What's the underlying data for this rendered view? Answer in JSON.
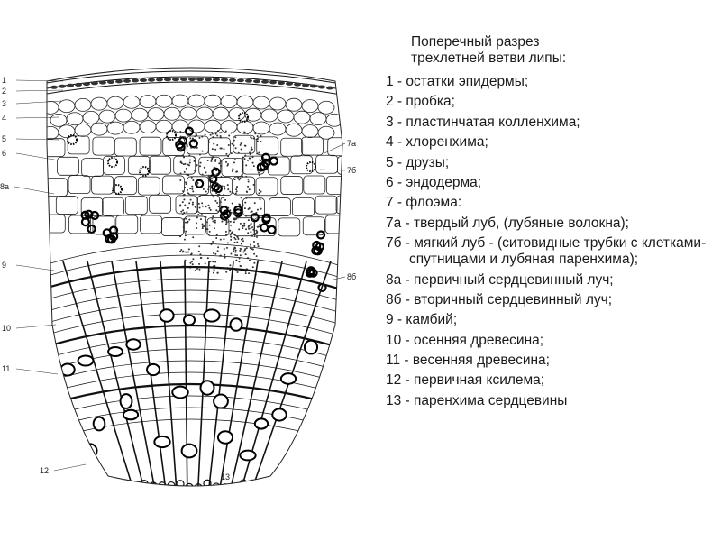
{
  "title": "Поперечный разрез\nтрехлетней ветви липы:",
  "legend": [
    "1 - остатки эпидермы;",
    "2 - пробка;",
    "3 - пластинчатая колленхима;",
    "4 - хлоренхима;",
    "5 - друзы;",
    "6 - эндодерма;",
    "7 - флоэма:",
    "7а - твердый луб, (лубяные волокна);",
    "7б - мягкий луб - (ситовидные трубки с клетками-спутницами и лубяная паренхима);",
    "8а - первичный сердцевинный луч;",
    "8б - вторичный сердцевинный луч;",
    "9 - камбий;",
    "10 - осенняя древесина;",
    "11 - весенняя древесина;",
    "12 - первичная ксилема;",
    "13 - паренхима сердцевины"
  ],
  "figure_labels": [
    "1",
    "2",
    "3",
    "4",
    "5",
    "6",
    "8а",
    "9",
    "10",
    "11",
    "12",
    "13",
    "7а",
    "7б",
    "8б"
  ]
}
